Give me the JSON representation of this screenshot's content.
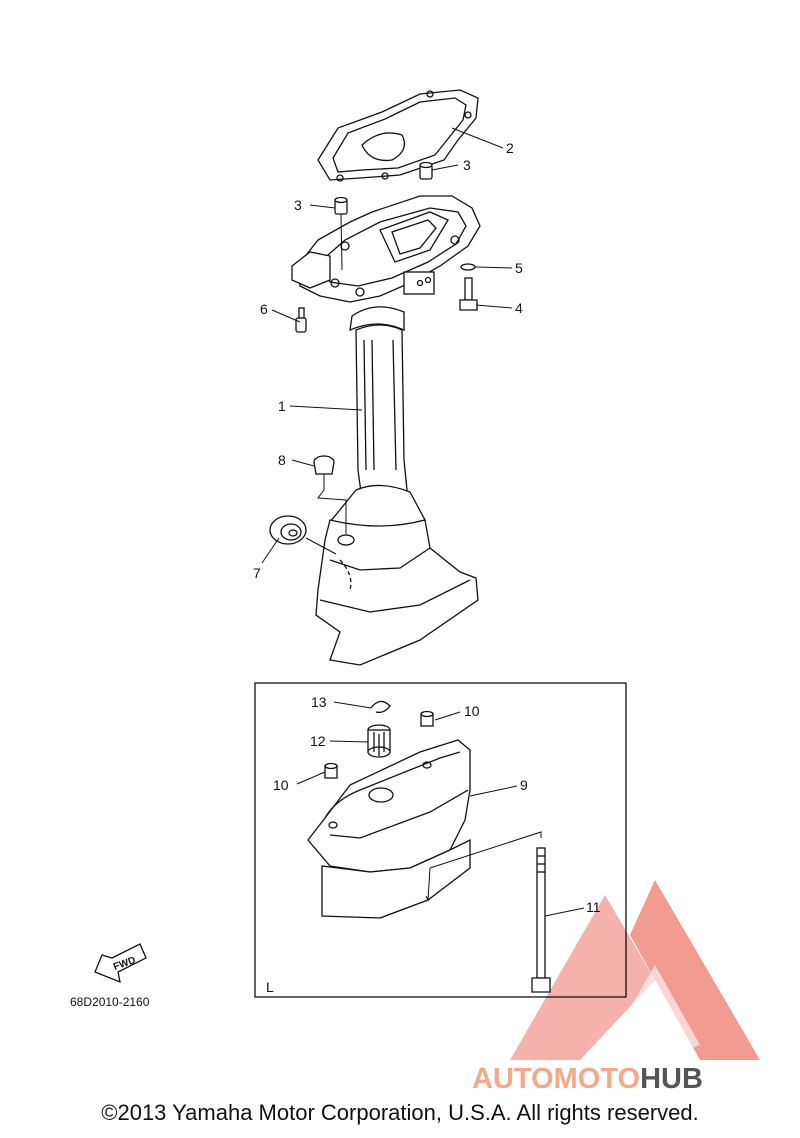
{
  "diagram": {
    "callouts": [
      {
        "id": "1",
        "label": "1"
      },
      {
        "id": "2",
        "label": "2"
      },
      {
        "id": "3a",
        "label": "3"
      },
      {
        "id": "3b",
        "label": "3"
      },
      {
        "id": "4",
        "label": "4"
      },
      {
        "id": "5",
        "label": "5"
      },
      {
        "id": "6",
        "label": "6"
      },
      {
        "id": "7",
        "label": "7"
      },
      {
        "id": "8",
        "label": "8"
      },
      {
        "id": "9",
        "label": "9"
      },
      {
        "id": "10a",
        "label": "10"
      },
      {
        "id": "10b",
        "label": "10"
      },
      {
        "id": "11",
        "label": "11"
      },
      {
        "id": "12",
        "label": "12"
      },
      {
        "id": "13",
        "label": "13"
      }
    ],
    "inset_label": "L",
    "fwd_label": "FWD",
    "part_code": "68D2010-2160"
  },
  "watermark": {
    "part1": "AUTOMOTO",
    "part2": "HUB",
    "color_primary": "#f08a7e",
    "color_secondary": "#f3b48b",
    "color_dark": "#555555"
  },
  "footer": {
    "copyright": "©2013 Yamaha Motor Corporation, U.S.A. All rights reserved."
  }
}
